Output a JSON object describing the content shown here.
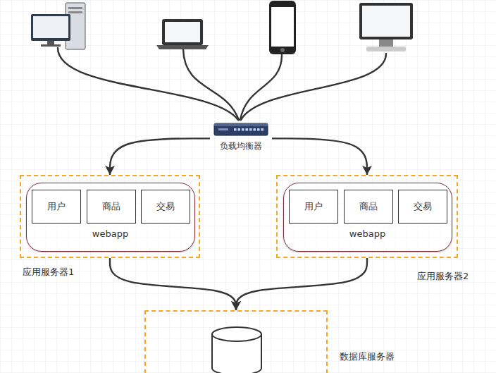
{
  "diagram": {
    "nodes": [
      {
        "text": [
          "负载均衡器"
        ]
      },
      {
        "text": [
          "应用服务器1"
        ]
      },
      {
        "text": [
          "webapp"
        ],
        "in": 1
      },
      {
        "text": [
          "用户"
        ],
        "in": 2
      },
      {
        "text": [
          "商品"
        ],
        "in": 2
      },
      {
        "text": [
          "交易"
        ],
        "in": 2
      },
      {
        "text": [
          "应用服务器2"
        ]
      },
      {
        "text": [
          "webapp"
        ],
        "in": 6
      },
      {
        "text": [
          "用户"
        ],
        "in": 7
      },
      {
        "text": [
          "商品"
        ],
        "in": 7
      },
      {
        "text": [
          "交易"
        ],
        "in": 7
      },
      {
        "text": [
          "数据库服务器"
        ]
      }
    ],
    "edges": [
      {
        "from": 0,
        "to": 1,
        "arrow": "to"
      },
      {
        "from": 0,
        "to": 6,
        "arrow": "to"
      },
      {
        "from": 1,
        "to": 11,
        "arrow": "to"
      },
      {
        "from": 6,
        "to": 11,
        "arrow": "to"
      }
    ]
  }
}
